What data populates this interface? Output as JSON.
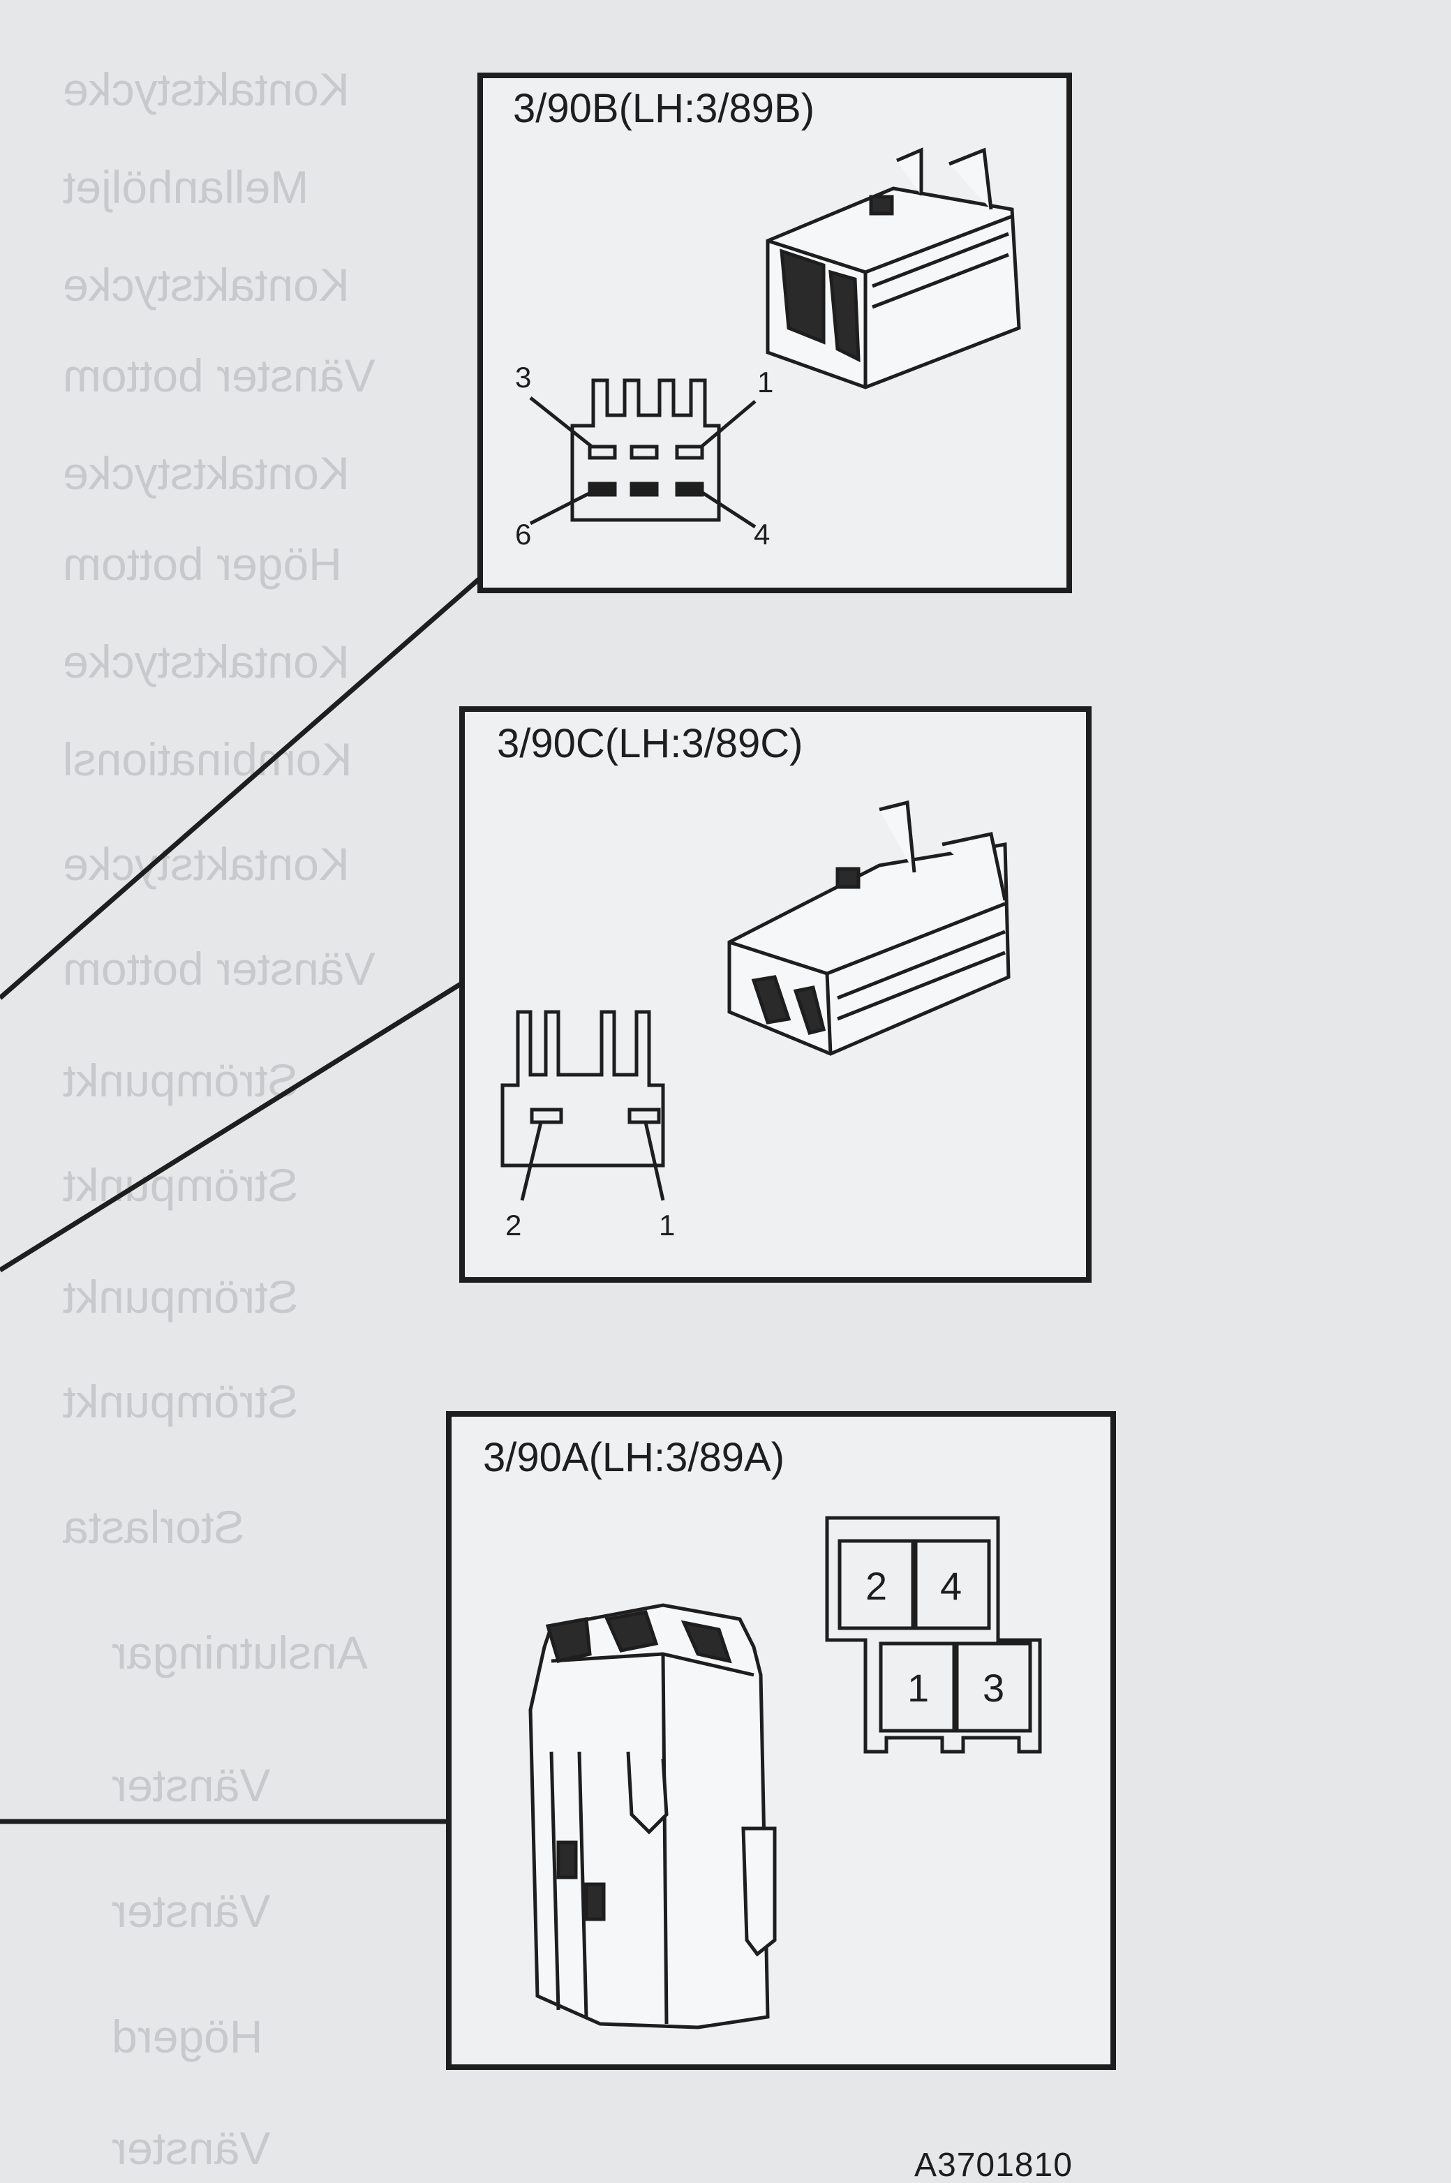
{
  "diagram": {
    "panels": [
      {
        "title": "3/90B(LH:3/89B)",
        "pins": [
          "3",
          "1",
          "6",
          "4"
        ]
      },
      {
        "title": "3/90C(LH:3/89C)",
        "pins": [
          "2",
          "1"
        ]
      },
      {
        "title": "3/90A(LH:3/89A)",
        "cavities": [
          "2",
          "4",
          "1",
          "3"
        ]
      }
    ],
    "reference_code": "A3701810"
  },
  "colors": {
    "paper": "#e6e7e9",
    "ink": "#1e1e1e",
    "panel_fill": "#eef0f2",
    "show_through": "#c7c9cc"
  }
}
